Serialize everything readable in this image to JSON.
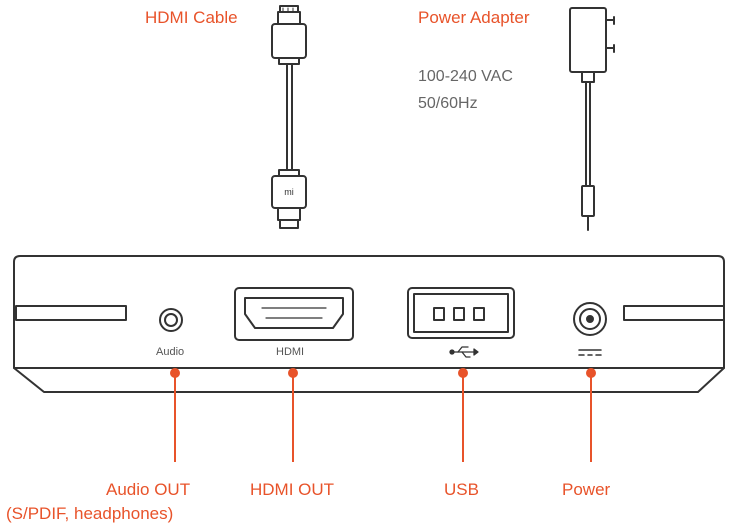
{
  "accessories": {
    "hdmi_cable_label": "HDMI Cable",
    "power_adapter_label": "Power Adapter",
    "power_spec_line1": "100-240 VAC",
    "power_spec_line2": "50/60Hz",
    "cable_logo_text": "mi"
  },
  "ports": {
    "audio": {
      "panel_label": "Audio",
      "callout": "Audio OUT",
      "callout_sub": "(S/PDIF, headphones)"
    },
    "hdmi": {
      "panel_label": "HDMI",
      "callout": "HDMI OUT"
    },
    "usb": {
      "panel_label": "",
      "callout": "USB"
    },
    "power": {
      "panel_label": "",
      "callout": "Power"
    }
  },
  "colors": {
    "accent": "#e8532a",
    "line_art": "#333333",
    "text_gray": "#666666"
  },
  "icons": {
    "usb": "usb-trident-icon",
    "dc": "dc-power-icon"
  }
}
